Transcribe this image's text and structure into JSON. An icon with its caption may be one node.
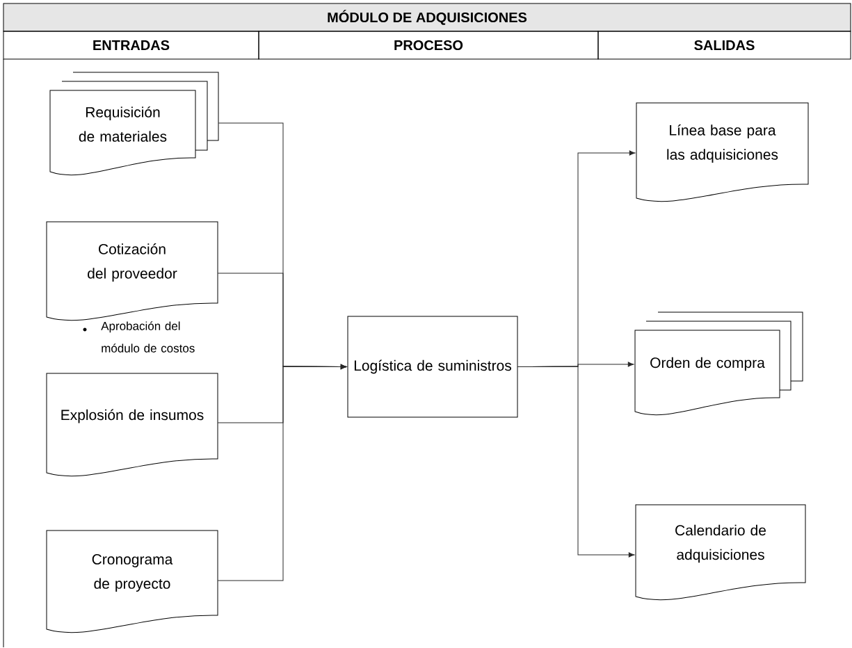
{
  "diagram": {
    "title": "MÓDULO DE ADQUISICIONES",
    "nodes": [
      {
        "text": [
          "Requisición de materiales"
        ]
      },
      {
        "text": [
          "Cotización del proveedor"
        ],
        "beside": [
          "Aprobación del módulo de costos"
        ]
      },
      {
        "text": [
          "Explosión de insumos"
        ]
      },
      {
        "text": [
          "Cronograma de proyecto"
        ]
      },
      {
        "text": [
          "Logística de suministros"
        ]
      },
      {
        "text": [
          "Línea base para las adquisiciones"
        ]
      },
      {
        "text": [
          "Orden de compra"
        ]
      },
      {
        "text": [
          "Calendario de adquisiciones"
        ]
      }
    ],
    "edges": [
      {
        "from": 0,
        "to": 4,
        "arrow": "to"
      },
      {
        "from": 1,
        "to": 4,
        "arrow": "to"
      },
      {
        "from": 2,
        "to": 4,
        "arrow": "to"
      },
      {
        "from": 3,
        "to": 4,
        "arrow": "to"
      },
      {
        "from": 4,
        "to": 5,
        "arrow": "to"
      },
      {
        "from": 4,
        "to": 6,
        "arrow": "to"
      },
      {
        "from": 4,
        "to": 7,
        "arrow": "to"
      }
    ],
    "labels": [
      "ENTRADAS",
      "PROCESO",
      "SALIDAS"
    ]
  }
}
